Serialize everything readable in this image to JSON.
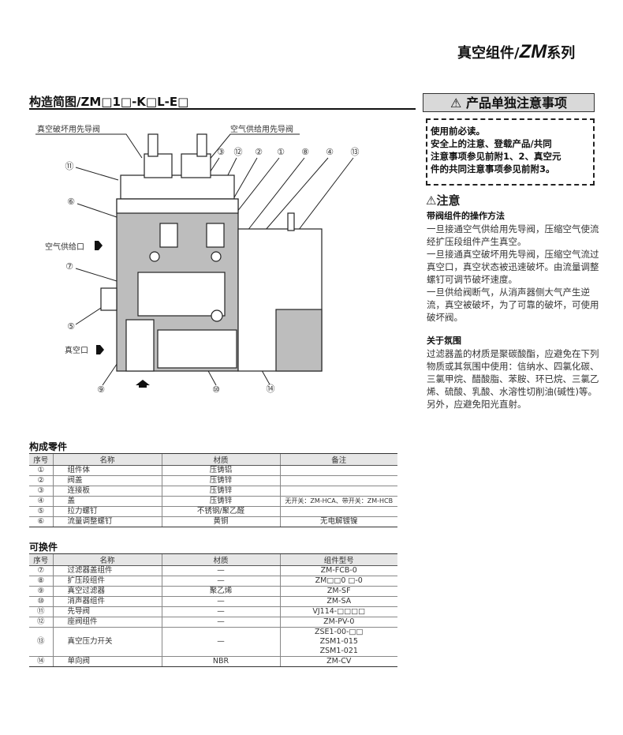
{
  "header": {
    "series_cn": "真空组件/",
    "series_code": "ZM",
    "series_suffix": "系列"
  },
  "section": {
    "title": "构造简图/ZM□1□-K□L-E□"
  },
  "diagram": {
    "label_break_valve": "真空破坏用先导阀",
    "label_supply_valve": "空气供给用先导阀",
    "label_supply_port": "空气供给口",
    "label_vacuum_port": "真空口",
    "callouts": {
      "c1": "①",
      "c2": "②",
      "c3": "③",
      "c4": "④",
      "c5": "⑤",
      "c6": "⑥",
      "c7": "⑦",
      "c8": "⑧",
      "c9": "⑨",
      "c10": "⑩",
      "c11": "⑪",
      "c12": "⑫",
      "c13": "⑬",
      "c14": "⑭"
    }
  },
  "caution": {
    "title": "⚠ 产品单独注意事项",
    "must_read": [
      "使用前必读。",
      "安全上的注意、登载产品/共同",
      "注意事项参见前附1、2、真空元",
      "件的共同注意事项参见前附3。"
    ],
    "notice": "⚠注意",
    "op_title": "带阀组件的操作方法",
    "op_text": [
      "一旦接通空气供给用先导阀，压缩空气使流经扩压段组件产生真空。",
      "一旦接通真空破坏用先导阀，压缩空气流过真空口，真空状态被迅速破坏。由流量调整螺钉可调节破坏速度。",
      "一旦供给阀断气，从消声器侧大气产生逆流，真空被破坏，为了可靠的破坏，可使用破坏阀。"
    ],
    "env_title": "关于氛围",
    "env_text": [
      "过滤器盖的材质是聚碳酸酯，应避免在下列物质或其氛围中使用：信纳水、四氯化碳、三氯甲烷、醋酸脂、苯胺、环已烷、三氯乙烯、硫酸、乳酸、水溶性切削油(碱性)等。",
      "另外，应避免阳光直射。"
    ]
  },
  "parts": {
    "title": "构成零件",
    "headers": [
      "序号",
      "名称",
      "材质",
      "备注"
    ],
    "rows": [
      [
        "①",
        "组件体",
        "压铸铝",
        ""
      ],
      [
        "②",
        "阀盖",
        "压铸锌",
        ""
      ],
      [
        "③",
        "连接板",
        "压铸锌",
        ""
      ],
      [
        "④",
        "盖",
        "压铸锌",
        "无开关：ZM-HCA、带开关：ZM-HCB"
      ],
      [
        "⑤",
        "拉力螺钉",
        "不锈钢/聚乙醛",
        ""
      ],
      [
        "⑥",
        "流量调整螺钉",
        "黄铜",
        "无电解镀镍"
      ]
    ]
  },
  "replaceable": {
    "title": "可换件",
    "headers": [
      "序号",
      "名称",
      "材质",
      "组件型号"
    ],
    "rows": [
      [
        "⑦",
        "过滤器盖组件",
        "—",
        "ZM-FCB-0"
      ],
      [
        "⑧",
        "扩压段组件",
        "—",
        "ZM□□0 □-0"
      ],
      [
        "⑨",
        "真空过滤器",
        "聚乙烯",
        "ZM-SF"
      ],
      [
        "⑩",
        "消声器组件",
        "—",
        "ZM-SA"
      ],
      [
        "⑪",
        "先导阀",
        "—",
        "VJ114-□□□□"
      ],
      [
        "⑫",
        "座阀组件",
        "—",
        "ZM-PV-0"
      ],
      [
        "⑬",
        "真空压力开关",
        "—",
        "ZSE1-00-□□",
        "ZSM1-015",
        "ZSM1-021"
      ],
      [
        "⑭",
        "单向阀",
        "NBR",
        "ZM-CV"
      ]
    ]
  }
}
